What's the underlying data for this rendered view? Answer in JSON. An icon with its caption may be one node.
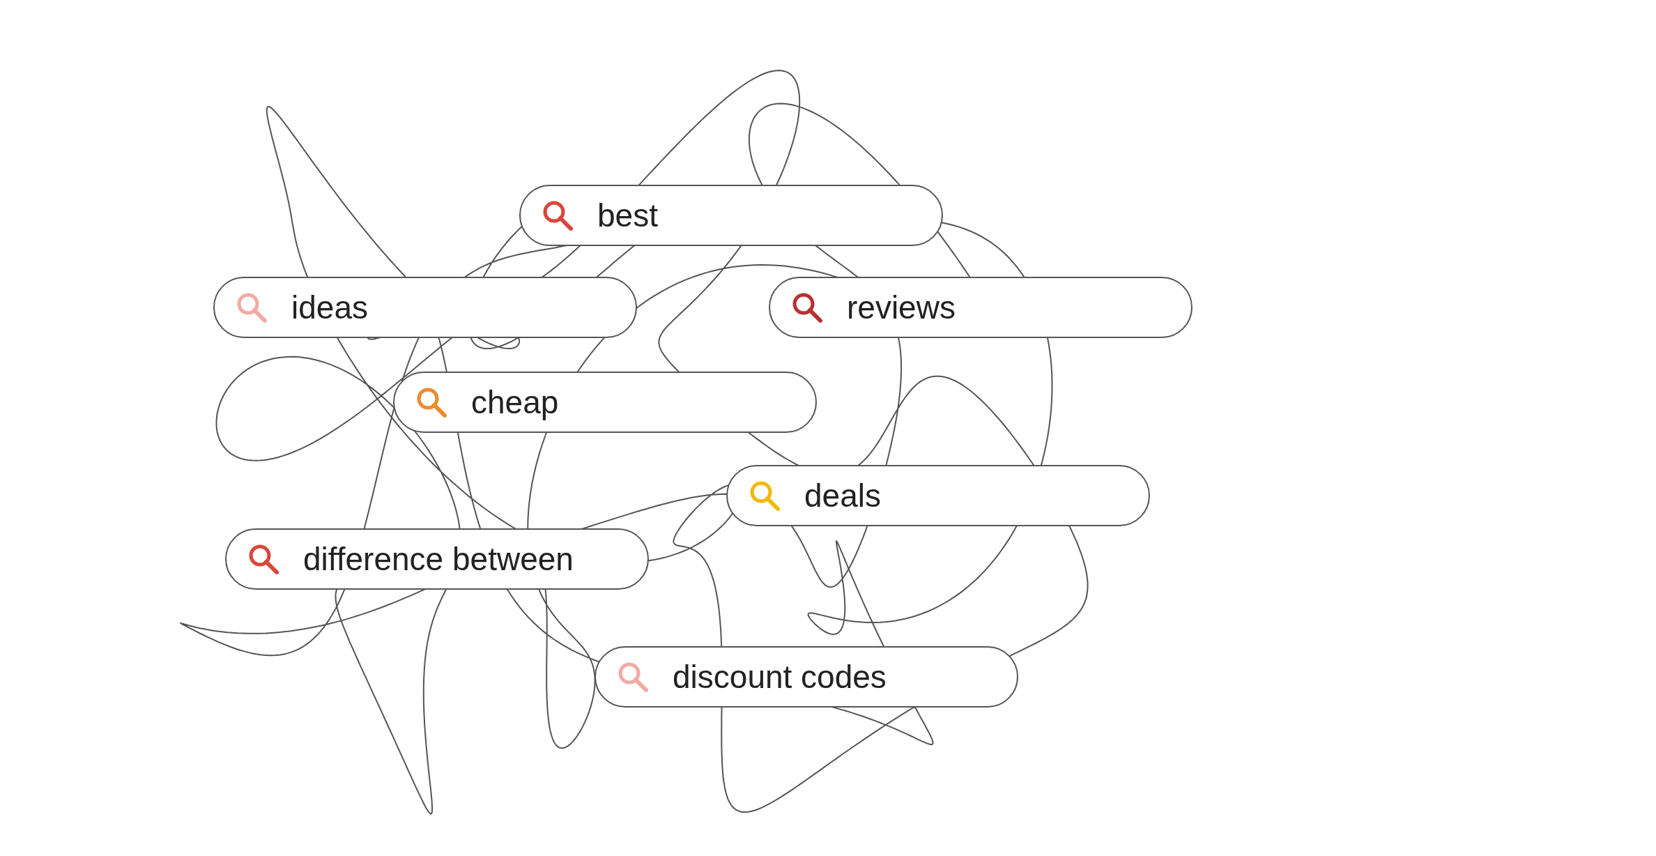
{
  "diagram": {
    "nodes": [
      {
        "text": [
          "best"
        ]
      },
      {
        "text": [
          "ideas"
        ]
      },
      {
        "text": [
          "reviews"
        ]
      },
      {
        "text": [
          "cheap"
        ]
      },
      {
        "text": [
          "deals"
        ]
      },
      {
        "text": [
          "difference between"
        ]
      },
      {
        "text": [
          "discount codes"
        ]
      }
    ]
  }
}
